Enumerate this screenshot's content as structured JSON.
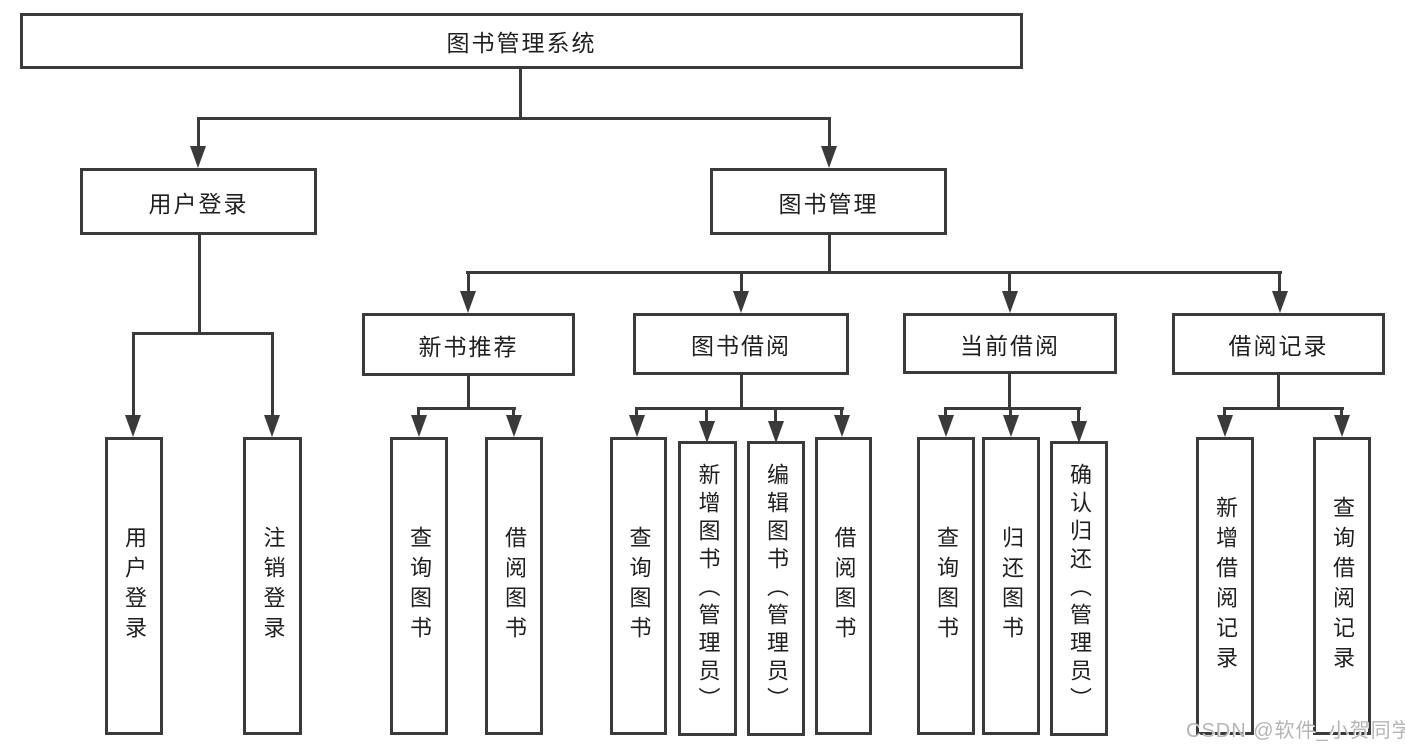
{
  "tree": {
    "label": "图书管理系统",
    "children": [
      {
        "label": "用户登录",
        "children": [
          {
            "label": "用户登录"
          },
          {
            "label": "注销登录"
          }
        ]
      },
      {
        "label": "图书管理",
        "children": [
          {
            "label": "新书推荐",
            "children": [
              {
                "label": "查询图书"
              },
              {
                "label": "借阅图书"
              }
            ]
          },
          {
            "label": "图书借阅",
            "children": [
              {
                "label": "查询图书"
              },
              {
                "label": "新增图书（管理员）"
              },
              {
                "label": "编辑图书（管理员）"
              },
              {
                "label": "借阅图书"
              }
            ]
          },
          {
            "label": "当前借阅",
            "children": [
              {
                "label": "查询图书"
              },
              {
                "label": "归还图书"
              },
              {
                "label": "确认归还（管理员）"
              }
            ]
          },
          {
            "label": "借阅记录",
            "children": [
              {
                "label": "新增借阅记录"
              },
              {
                "label": "查询借阅记录"
              }
            ]
          }
        ]
      }
    ]
  },
  "watermark": {
    "text": "CSDN @软件_小贺同学"
  },
  "colors": {
    "line": "#3a3a3a",
    "text": "#1f1f1f",
    "box_background": "#ffffff",
    "page_background": "#ffffff",
    "watermark": "#b5b5b5"
  }
}
